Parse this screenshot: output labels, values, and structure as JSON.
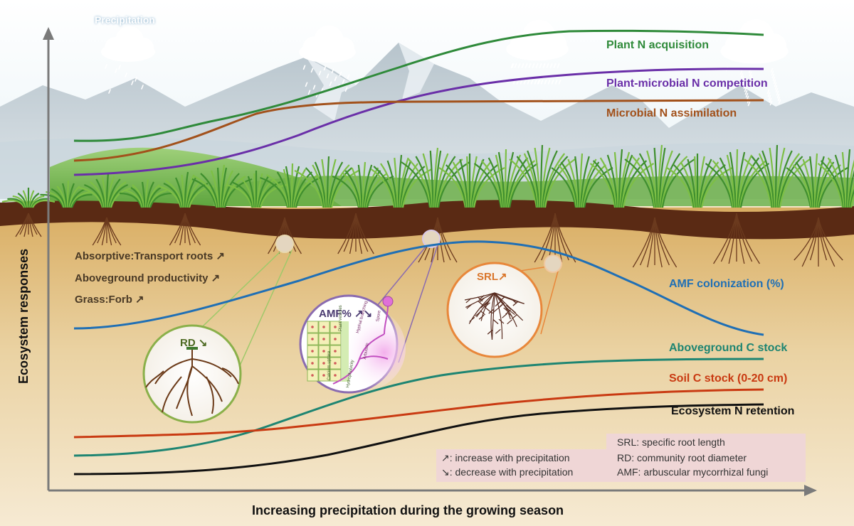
{
  "precipitation_label": "Precipitation",
  "curves": {
    "plant_n_acquisition": {
      "label": "Plant N acquisition",
      "color": "#2f8a3a"
    },
    "plant_microbial_competition": {
      "label": "Plant-microbial N competition",
      "color": "#6a2fa8"
    },
    "microbial_n_assimilation": {
      "label": "Microbial N assimilation",
      "color": "#a2511b"
    },
    "amf_colonization": {
      "label": "AMF colonization (%)",
      "color": "#1f6fb5"
    },
    "aboveground_c_stock": {
      "label": "Aboveground C stock",
      "color": "#1e8572"
    },
    "soil_c_stock": {
      "label": "Soil C stock (0-20 cm)",
      "color": "#c93a12"
    },
    "ecosystem_n_retention": {
      "label": "Ecosystem N retention",
      "color": "#111111"
    }
  },
  "soil_traits": [
    "Absorptive:Transport roots ↗",
    "Aboveground productivity ↗",
    "Grass:Forb ↗"
  ],
  "insets": {
    "rd": {
      "label": "RD ↘",
      "color": "#8ab04a"
    },
    "amf": {
      "label": "AMF% ↗↘",
      "color": "#8a6bb0",
      "annotations": [
        "Plant vesicles",
        "Hyphal branching",
        "Spore",
        "Arbuscle",
        "Calcium uptake",
        "Hydrophobicity"
      ]
    },
    "srl": {
      "label": "SRL↗",
      "color": "#e8873a"
    }
  },
  "legend_arrows": [
    "↗: increase with precipitation",
    "↘: decrease with precipitation"
  ],
  "legend_abbrev": [
    "SRL: specific root length",
    "RD: community root diameter",
    "AMF: arbuscular mycorrhizal fungi"
  ],
  "axes": {
    "y_title": "Ecosystem responses",
    "x_title": "Increasing precipitation during the growing season"
  }
}
